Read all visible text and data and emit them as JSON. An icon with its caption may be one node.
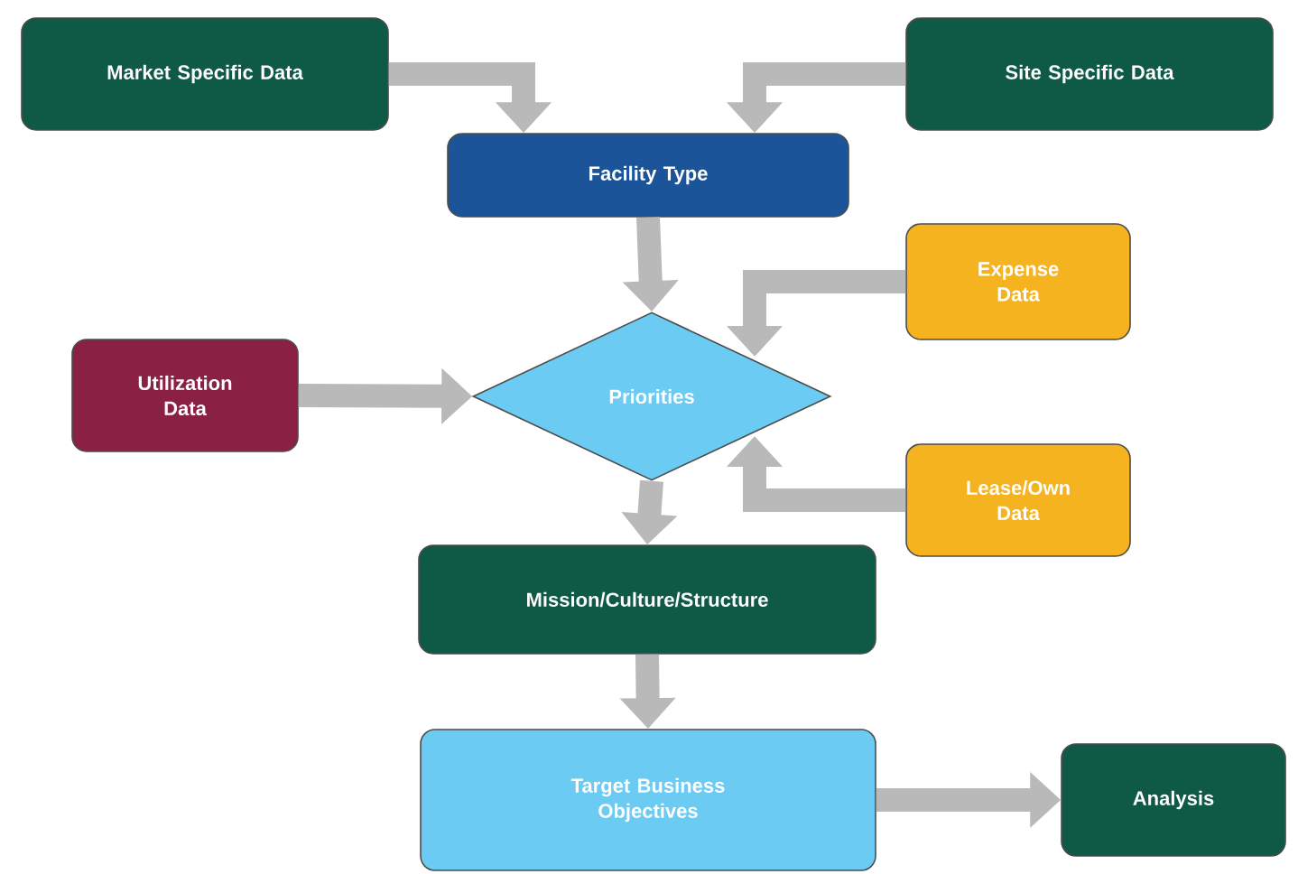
{
  "diagram": {
    "nodes": [
      {
        "text": [
          "Market Specific Data"
        ]
      },
      {
        "text": [
          "Site Specific Data"
        ]
      },
      {
        "text": [
          "Facility Type"
        ]
      },
      {
        "text": [
          "Expense Data"
        ]
      },
      {
        "text": [
          "Utilization Data"
        ]
      },
      {
        "text": [
          "Priorities"
        ]
      },
      {
        "text": [
          "Lease/Own Data"
        ]
      },
      {
        "text": [
          "Mission/Culture/Structure"
        ]
      },
      {
        "text": [
          "Target Business Objectives"
        ]
      },
      {
        "text": [
          "Analysis"
        ]
      }
    ],
    "edges": [
      {
        "from": 0,
        "to": 2,
        "arrow": "to"
      },
      {
        "from": 1,
        "to": 2,
        "arrow": "to"
      },
      {
        "from": 2,
        "to": 5,
        "arrow": "to"
      },
      {
        "from": 3,
        "to": 5,
        "arrow": "to"
      },
      {
        "from": 4,
        "to": 5,
        "arrow": "to"
      },
      {
        "from": 6,
        "to": 5,
        "arrow": "to"
      },
      {
        "from": 5,
        "to": 7,
        "arrow": "to"
      },
      {
        "from": 7,
        "to": 8,
        "arrow": "to"
      },
      {
        "from": 8,
        "to": 9,
        "arrow": "to"
      }
    ]
  }
}
